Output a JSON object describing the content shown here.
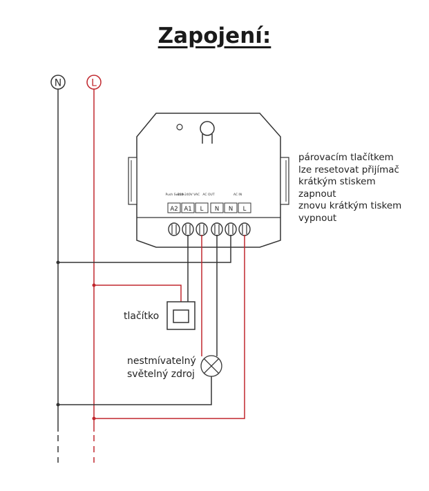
{
  "title": "Zapojení:",
  "rails": {
    "neutral_label": "N",
    "live_label": "L",
    "neutral_color": "#333333",
    "live_color": "#c0272d"
  },
  "device": {
    "terminal_labels": [
      "A2",
      "A1",
      "L",
      "N",
      "N",
      "L"
    ],
    "group_labels": {
      "push_switch": "Push Switch",
      "voltage": "100-240V VAC",
      "ac_out": "AC OUT",
      "ac_in": "AC IN"
    }
  },
  "note_lines": [
    "párovacím tlačítkem",
    "lze resetovat přijímač",
    "krátkým stiskem",
    "zapnout",
    "znovu krátkým tiskem",
    "vypnout"
  ],
  "button_label": "tlačítko",
  "lamp_label_lines": [
    "nestmívatelný",
    "světelný zdroj"
  ]
}
